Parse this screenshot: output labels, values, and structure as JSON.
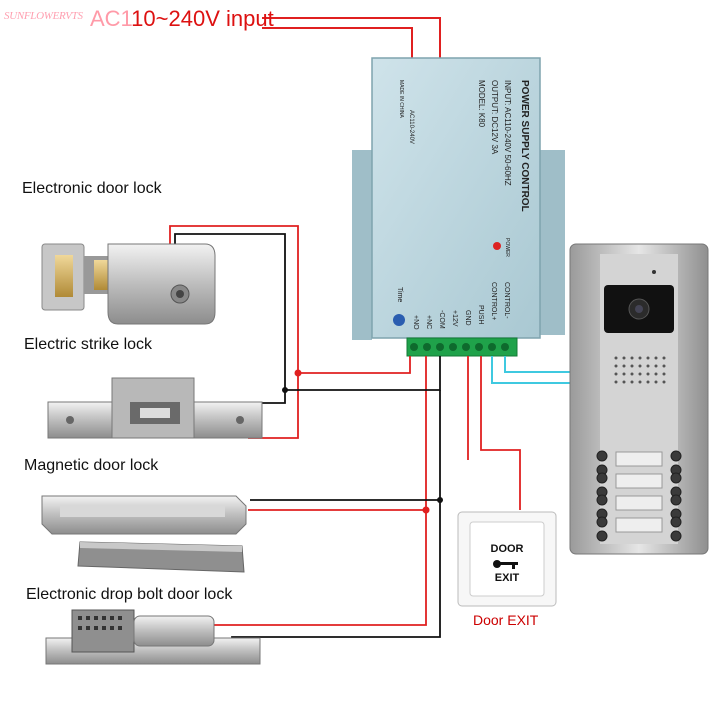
{
  "watermark": "SUNFLOWERVTS",
  "input_label_prefix": "AC1",
  "input_label_rest": "10~240V input",
  "labels": {
    "electronic_door_lock": "Electronic door lock",
    "electric_strike_lock": "Electric strike lock",
    "magnetic_door_lock": "Magnetic door lock",
    "drop_bolt_lock": "Electronic drop bolt door lock",
    "door_exit": "Door EXIT"
  },
  "power_supply": {
    "title": "POWER SUPPLY CONTROL",
    "input": "INPUT: AC110-240V  50-60HZ",
    "output": "OUTPUT: DC12V  3A",
    "model": "MODEL: K80",
    "made_in": "MADE IN CHINA",
    "ac_label": "AC110-240V",
    "power_led_label": "POWER",
    "time_label": "Time",
    "terminals": [
      "+NO",
      "+NC",
      "-COM",
      "+12V",
      "GND",
      "PUSH",
      "CONTROL+",
      "CONTROL-"
    ]
  },
  "exit_button": {
    "line1": "DOOR",
    "line2": "EXIT"
  },
  "colors": {
    "wire_red": "#e02020",
    "wire_black": "#111111",
    "wire_cyan": "#3fc9e0",
    "device": "#bcd7df"
  }
}
